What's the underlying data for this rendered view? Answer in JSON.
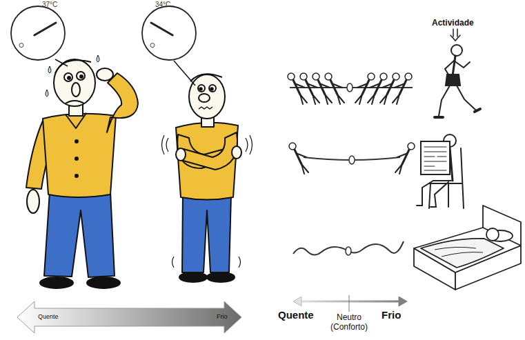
{
  "diagram": {
    "nodes": [
      {
        "text": [
          "37°C"
        ]
      },
      {
        "text": [
          "34°C"
        ]
      }
    ],
    "labels": [
      "Quente",
      "Frio",
      "Actividade",
      "Quente",
      "Neutro (Conforto)",
      "Frio"
    ]
  }
}
